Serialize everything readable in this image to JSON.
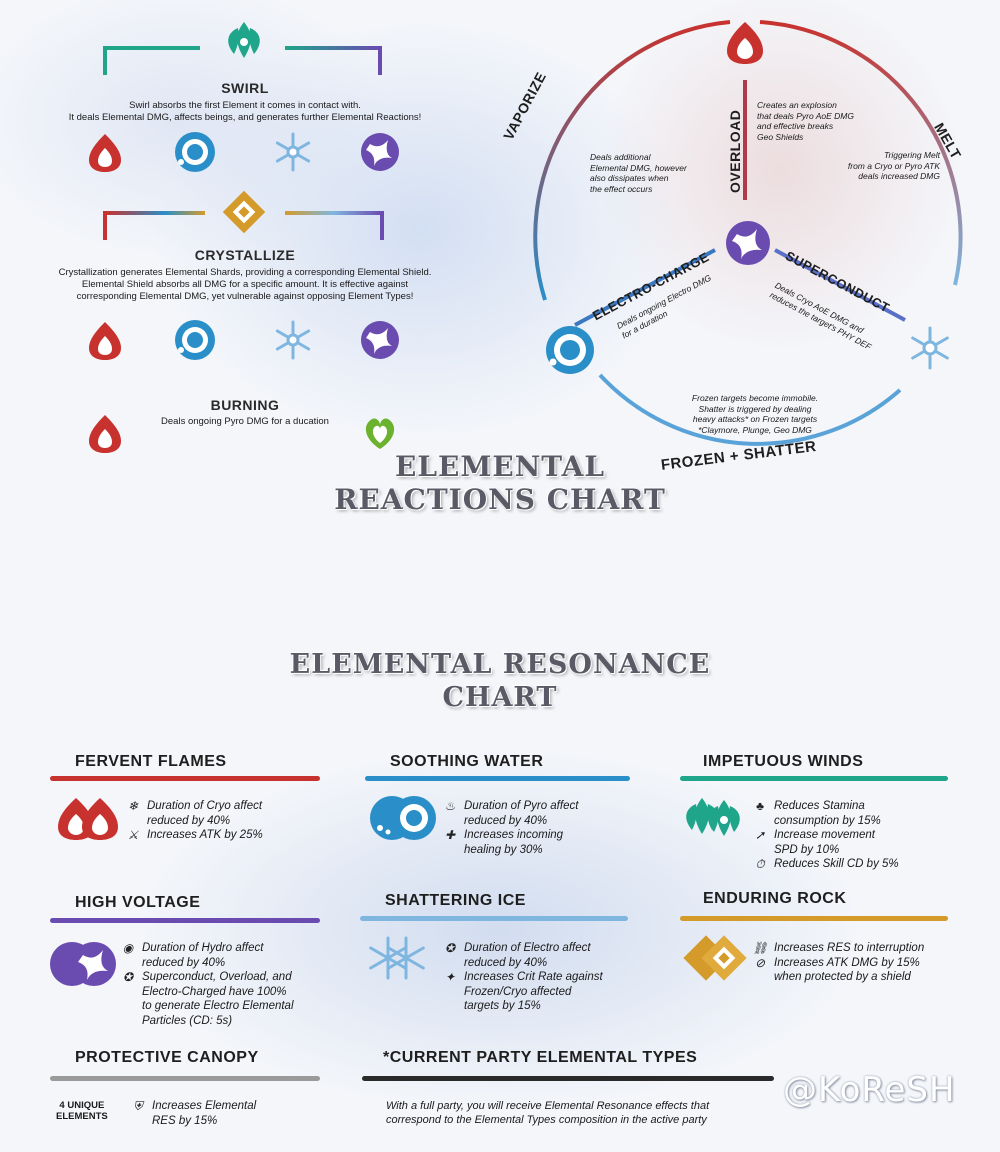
{
  "reactions": {
    "swirl": {
      "title": "SWIRL",
      "desc1": "Swirl absorbs the first Element it comes in contact with.",
      "desc2": "It deals Elemental DMG, affects beings, and generates further Elemental Reactions!"
    },
    "crystallize": {
      "title": "CRYSTALLIZE",
      "desc1": "Crystallization generates Elemental Shards, providing a corresponding Elemental Shield.",
      "desc2": "Elemental Shield absorbs all DMG for a specific amount. It is effective against",
      "desc3": "corresponding Elemental DMG, yet vulnerable against opposing Element Types!"
    },
    "burning": {
      "title": "BURNING",
      "desc": "Deals ongoing Pyro DMG for a ducation"
    },
    "vaporize": {
      "title": "VAPORIZE",
      "desc1": "Deals additional",
      "desc2": "Elemental DMG, however",
      "desc3": "also dissipates when",
      "desc4": "the effect occurs"
    },
    "overload": {
      "title": "OVERLOAD",
      "desc1": "Creates an explosion",
      "desc2": "that deals Pyro AoE DMG",
      "desc3": "and effective breaks",
      "desc4": "Geo Shields"
    },
    "melt": {
      "title": "MELT",
      "desc1": "Triggering Melt",
      "desc2": "from a Cryo or Pyro ATK",
      "desc3": "deals increased DMG"
    },
    "electro_charge": {
      "title": "ELECTRO-CHARGE",
      "desc1": "Deals ongoing Electro DMG",
      "desc2": "for a duration"
    },
    "superconduct": {
      "title": "SUPERCONDUCT",
      "desc1": "Deals Cryo AoE DMG and",
      "desc2": "reduces the target's PHY DEF"
    },
    "frozen": {
      "title": "FROZEN + SHATTER",
      "desc1": "Frozen targets become immobile.",
      "desc2": "Shatter is triggered by dealing",
      "desc3": "heavy attacks* on Frozen targets",
      "desc4": "*Claymore, Plunge, Geo DMG"
    }
  },
  "titles": {
    "reactions_line1": "ELEMENTAL",
    "reactions_line2": "REACTIONS  CHART",
    "resonance_line1": "ELEMENTAL  RESONANCE",
    "resonance_line2": "CHART"
  },
  "resonance": {
    "fervent": {
      "title": "FERVENT FLAMES",
      "line1": "Duration of Cryo affect",
      "line2": "reduced by 40%",
      "line3": "Increases ATK by 25%"
    },
    "soothing": {
      "title": "SOOTHING WATER",
      "line1": "Duration of Pyro affect",
      "line2": "reduced by 40%",
      "line3": "Increases incoming",
      "line4": "healing by 30%"
    },
    "impetuous": {
      "title": "IMPETUOUS WINDS",
      "line1": "Reduces Stamina",
      "line2": "consumption by 15%",
      "line3": "Increase movement",
      "line4": "SPD by 10%",
      "line5": "Reduces Skill CD by 5%"
    },
    "high_voltage": {
      "title": "HIGH VOLTAGE",
      "line1": "Duration of Hydro affect",
      "line2": "reduced by 40%",
      "line3": "Superconduct, Overload, and",
      "line4": "Electro-Charged have 100%",
      "line5": "to generate Electro Elemental",
      "line6": "Particles (CD: 5s)"
    },
    "shattering": {
      "title": "SHATTERING ICE",
      "line1": "Duration of Electro affect",
      "line2": "reduced by 40%",
      "line3": "Increases Crit Rate against",
      "line4": "Frozen/Cryo affected",
      "line5": "targets by 15%"
    },
    "enduring": {
      "title": "ENDURING ROCK",
      "line1": "Increases RES to interruption",
      "line2": "Increases ATK DMG by 15%",
      "line3": "when protected by a shield"
    },
    "protective": {
      "title": "PROTECTIVE CANOPY",
      "badge1": "4 UNIQUE",
      "badge2": "ELEMENTS",
      "line1": "Increases Elemental",
      "line2": "RES by 15%"
    },
    "party": {
      "title": "*CURRENT PARTY ELEMENTAL TYPES",
      "line1": "With a full party, you will receive Elemental Resonance effects that",
      "line2": "correspond to the Elemental Types composition in the active party"
    }
  },
  "watermark": "@KoReSH",
  "colors": {
    "pyro": "#c8322e",
    "hydro": "#2a8fc8",
    "anemo": "#1ea58a",
    "electro": "#6a4bb0",
    "dendro": "#6bb32e",
    "cryo": "#7fb6e0",
    "geo": "#d49a2a"
  }
}
